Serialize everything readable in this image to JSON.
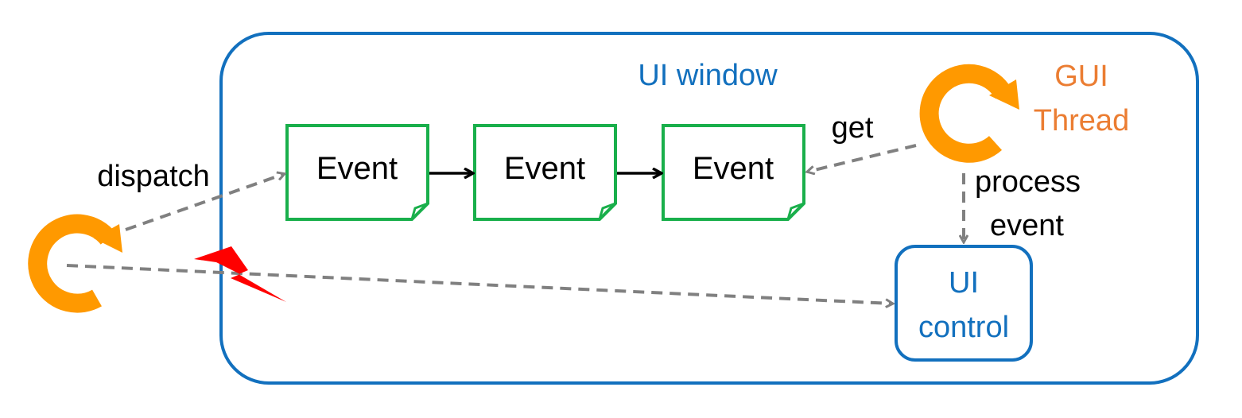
{
  "window": {
    "label": "UI window"
  },
  "gui_thread": {
    "line1": "GUI",
    "line2": "Thread"
  },
  "events": [
    {
      "label": "Event"
    },
    {
      "label": "Event"
    },
    {
      "label": "Event"
    }
  ],
  "arrows": {
    "dispatch": "dispatch",
    "get": "get",
    "process_line1": "process",
    "process_line2": "event"
  },
  "ui_control": {
    "line1": "UI",
    "line2": "control"
  },
  "colors": {
    "window_border": "#1270BE",
    "event_border": "#19AF4B",
    "thread_icon": "#FF9900",
    "thread_text": "#EB7D32",
    "arrow_dashed": "#808080",
    "lightning": "#FF0000",
    "text": "#000000"
  },
  "icons": {
    "thread": "circular-arrow-icon",
    "error": "lightning-bolt-icon"
  }
}
